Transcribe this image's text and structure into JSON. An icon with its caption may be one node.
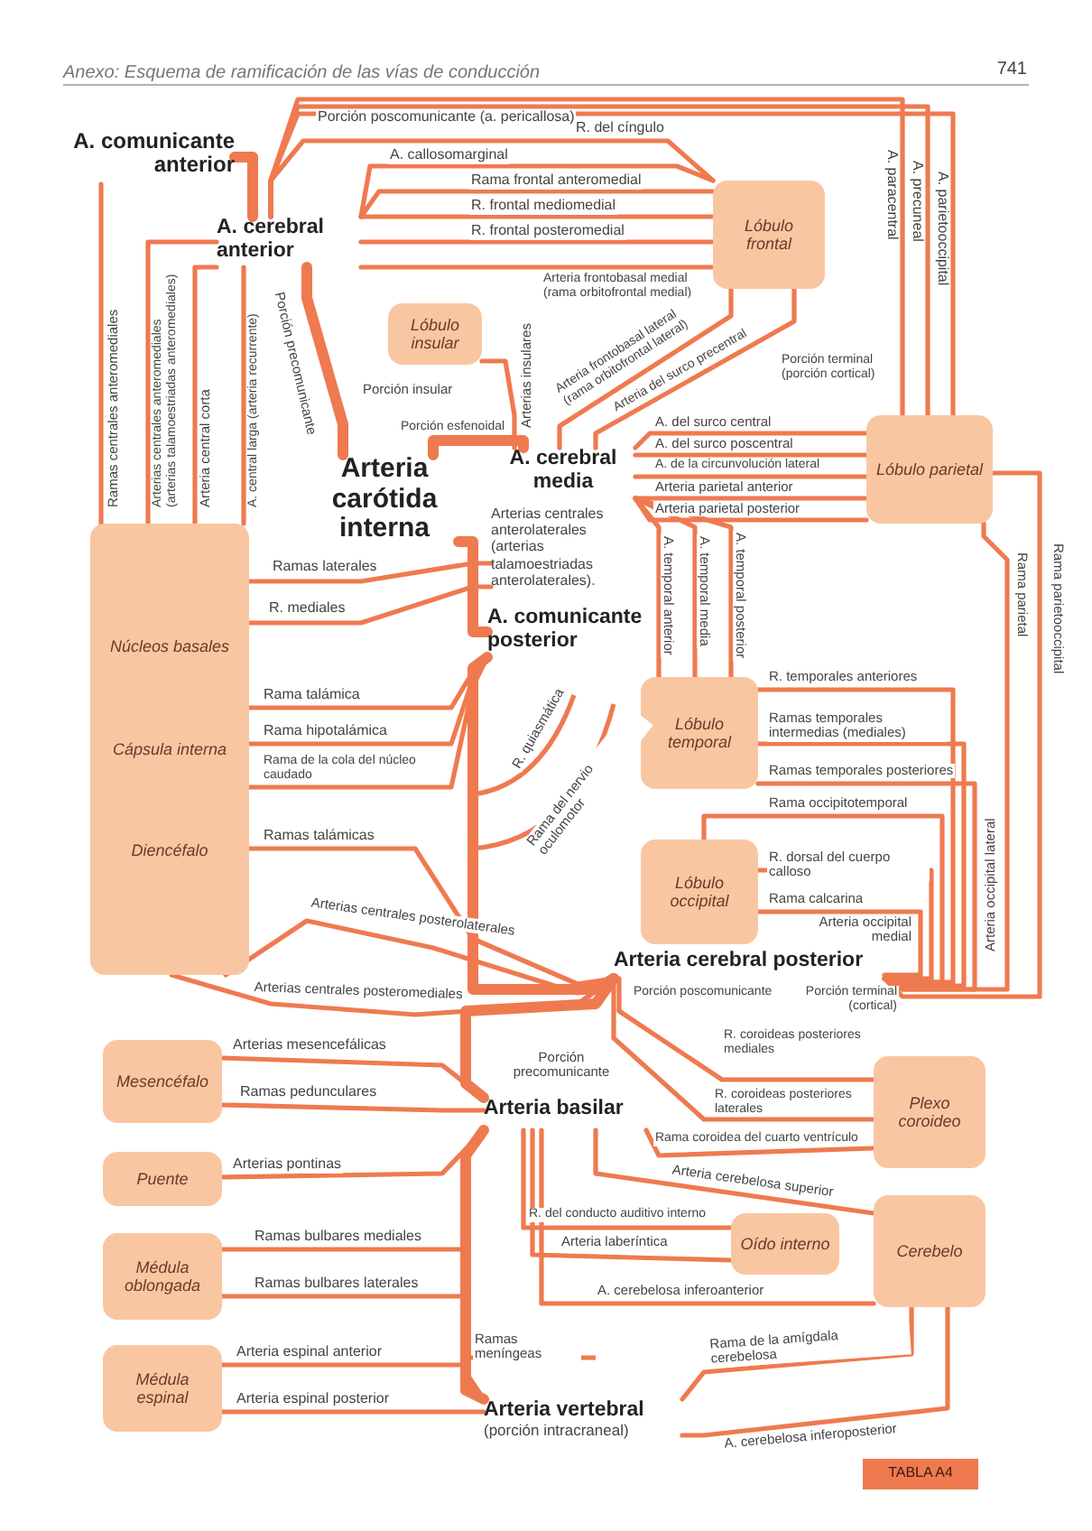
{
  "diagram": {
    "title": "Anexo: Esquema de ramificación de las vías de conducción",
    "nodes": [
      {
        "text": [
          "A. comunicante anterior"
        ]
      },
      {
        "text": [
          "A. cerebral anterior"
        ]
      },
      {
        "text": [
          "Lóbulo frontal"
        ]
      },
      {
        "text": [
          "Lóbulo insular"
        ]
      },
      {
        "text": [
          "Arteria carótida interna"
        ]
      },
      {
        "text": [
          "A. cerebral media"
        ]
      },
      {
        "text": [
          "Arterias centrales anterolaterales (arterias talamoestriadas anterolaterales)."
        ]
      },
      {
        "text": [
          "A. comunicante posterior"
        ]
      },
      {
        "text": [
          "Lóbulo parietal"
        ]
      },
      {
        "text": [
          "Lóbulo temporal"
        ]
      },
      {
        "text": [
          "Lóbulo occipital"
        ]
      },
      {
        "text": [
          "Núcleos basales",
          "Cápsula interna",
          "Diencéfalo"
        ]
      },
      {
        "text": [
          "Arteria cerebral posterior"
        ]
      },
      {
        "text": [
          "Mesencéfalo"
        ]
      },
      {
        "text": [
          "Puente"
        ]
      },
      {
        "text": [
          "Médula oblongada"
        ]
      },
      {
        "text": [
          "Médula espinal"
        ]
      },
      {
        "text": [
          "Arteria basilar"
        ]
      },
      {
        "text": [
          "Plexo coroideo"
        ]
      },
      {
        "text": [
          "Oído interno"
        ]
      },
      {
        "text": [
          "Cerebelo"
        ]
      },
      {
        "text": [
          "Arteria vertebral",
          "(porción intracraneal)"
        ]
      }
    ],
    "edges": [
      {
        "from": 0,
        "to": 1,
        "arrow": "none",
        "style": "thick"
      },
      {
        "from": 4,
        "to": 1,
        "arrow": "none",
        "style": "thick",
        "label": "Porción precomunicante"
      },
      {
        "from": 4,
        "to": 5,
        "arrow": "none",
        "style": "thick",
        "label": "Porción esfenoidal"
      },
      {
        "from": 4,
        "to": 7,
        "arrow": "none",
        "style": "thick"
      },
      {
        "from": 7,
        "to": 12,
        "arrow": "none",
        "style": "thick"
      },
      {
        "from": 17,
        "to": 12,
        "arrow": "none",
        "style": "thick"
      },
      {
        "from": 21,
        "to": 17,
        "arrow": "none",
        "style": "thick"
      },
      {
        "from": 1,
        "to": 8,
        "arrow": "none",
        "label": "A. paracentral"
      },
      {
        "from": 1,
        "to": 8,
        "arrow": "none",
        "label": "A. precuneal"
      },
      {
        "from": 1,
        "to": 8,
        "arrow": "none",
        "label": "A. parietooccipital"
      },
      {
        "from": 1,
        "to": 2,
        "arrow": "none",
        "label": "R. del cíngulo"
      },
      {
        "from": 1,
        "to": 2,
        "arrow": "none",
        "label": "A. callosomarginal"
      },
      {
        "from": 1,
        "to": 2,
        "arrow": "none",
        "label": "Rama frontal anteromedial"
      },
      {
        "from": 1,
        "to": 2,
        "arrow": "none",
        "label": "R. frontal mediomedial"
      },
      {
        "from": 1,
        "to": 2,
        "arrow": "none",
        "label": "R. frontal posteromedial"
      },
      {
        "from": 1,
        "to": 2,
        "arrow": "none",
        "label": "Arteria frontobasal medial (rama orbitofrontal medial)"
      },
      {
        "from": 0,
        "to": 11,
        "arrow": "none",
        "label": "Ramas centrales anteromediales"
      },
      {
        "from": 1,
        "to": 11,
        "arrow": "none",
        "label": "Arterias centrales anteromediales (arterias talamoestriadas anteromediales)"
      },
      {
        "from": 1,
        "to": 11,
        "arrow": "none",
        "label": "Arteria central corta"
      },
      {
        "from": 1,
        "to": 11,
        "arrow": "none",
        "label": "A. central larga (arteria recurrente)"
      },
      {
        "from": 5,
        "to": 3,
        "arrow": "none",
        "label": "Arterias insulares"
      },
      {
        "from": 5,
        "to": 2,
        "arrow": "none",
        "label": "Arteria frontobasal lateral (rama orbitofrontal lateral)"
      },
      {
        "from": 5,
        "to": 2,
        "arrow": "none",
        "label": "Arteria del surco precentral"
      },
      {
        "from": 5,
        "to": 8,
        "arrow": "none",
        "label": "A. del surco central"
      },
      {
        "from": 5,
        "to": 8,
        "arrow": "none",
        "label": "A. del surco poscentral"
      },
      {
        "from": 5,
        "to": 8,
        "arrow": "none",
        "label": "A. de la circunvolución lateral"
      },
      {
        "from": 5,
        "to": 8,
        "arrow": "none",
        "label": "Arteria parietal anterior"
      },
      {
        "from": 5,
        "to": 8,
        "arrow": "none",
        "label": "Arteria parietal posterior"
      },
      {
        "from": 5,
        "to": 9,
        "arrow": "none",
        "label": "A. temporal anterior"
      },
      {
        "from": 5,
        "to": 9,
        "arrow": "none",
        "label": "A. temporal media"
      },
      {
        "from": 5,
        "to": 9,
        "arrow": "none",
        "label": "A. temporal posterior"
      },
      {
        "from": 6,
        "to": 11,
        "arrow": "none",
        "label": "Ramas laterales"
      },
      {
        "from": 6,
        "to": 11,
        "arrow": "none",
        "label": "R. mediales"
      },
      {
        "from": 7,
        "to": 11,
        "arrow": "none",
        "label": "Rama talámica"
      },
      {
        "from": 7,
        "to": 11,
        "arrow": "none",
        "label": "Rama hipotalámica"
      },
      {
        "from": 7,
        "to": 11,
        "arrow": "none",
        "label": "Rama de la cola del núcleo caudado"
      },
      {
        "from": 12,
        "to": 11,
        "arrow": "none",
        "label": "Ramas talámicas"
      },
      {
        "from": 12,
        "to": 11,
        "arrow": "none",
        "label": "Arterias centrales posterolaterales"
      },
      {
        "from": 12,
        "to": 11,
        "arrow": "none",
        "label": "Arterias centrales posteromediales"
      },
      {
        "from": 12,
        "to": 8,
        "arrow": "none",
        "label": "Rama parietal"
      },
      {
        "from": 12,
        "to": 8,
        "arrow": "none",
        "label": "Rama parietooccipital"
      },
      {
        "from": 12,
        "to": 9,
        "arrow": "none",
        "label": "R. temporales anteriores"
      },
      {
        "from": 12,
        "to": 9,
        "arrow": "none",
        "label": "Ramas temporales intermedias (mediales)"
      },
      {
        "from": 12,
        "to": 9,
        "arrow": "none",
        "label": "Ramas temporales posteriores"
      },
      {
        "from": 12,
        "to": 10,
        "arrow": "none",
        "label": "Rama occipitotemporal"
      },
      {
        "from": 12,
        "to": 10,
        "arrow": "none",
        "label": "R. dorsal del cuerpo calloso"
      },
      {
        "from": 12,
        "to": 10,
        "arrow": "none",
        "label": "Rama calcarina"
      },
      {
        "from": 12,
        "to": 18,
        "arrow": "none",
        "label": "R. coroideas posteriores mediales"
      },
      {
        "from": 12,
        "to": 18,
        "arrow": "none",
        "label": "R. coroideas posteriores laterales"
      },
      {
        "from": 17,
        "to": 18,
        "arrow": "none",
        "label": "Rama coroidea del cuarto ventrículo"
      },
      {
        "from": 17,
        "to": 13,
        "arrow": "none",
        "label": "Arterias mesencefálicas"
      },
      {
        "from": 17,
        "to": 13,
        "arrow": "none",
        "label": "Ramas pedunculares"
      },
      {
        "from": 17,
        "to": 14,
        "arrow": "none",
        "label": "Arterias pontinas"
      },
      {
        "from": 17,
        "to": 20,
        "arrow": "none",
        "label": "Arteria cerebelosa superior"
      },
      {
        "from": 17,
        "to": 19,
        "arrow": "none",
        "label": "R. del conducto auditivo interno"
      },
      {
        "from": 17,
        "to": 19,
        "arrow": "none",
        "label": "Arteria laberíntica"
      },
      {
        "from": 17,
        "to": 20,
        "arrow": "none",
        "label": "A. cerebelosa inferoanterior"
      },
      {
        "from": 21,
        "to": 15,
        "arrow": "none",
        "label": "Ramas bulbares mediales"
      },
      {
        "from": 21,
        "to": 15,
        "arrow": "none",
        "label": "Ramas bulbares laterales"
      },
      {
        "from": 21,
        "to": 16,
        "arrow": "none",
        "label": "Arteria espinal anterior"
      },
      {
        "from": 21,
        "to": 16,
        "arrow": "none",
        "label": "Arteria espinal posterior"
      },
      {
        "from": 21,
        "to": 20,
        "arrow": "none",
        "label": "Rama de la amígdala cerebelosa"
      },
      {
        "from": 21,
        "to": 20,
        "arrow": "none",
        "label": "A. cerebelosa inferoposterior"
      }
    ],
    "labels": [
      "741",
      "Porción poscomunicante (a. pericallosa)",
      "Porción insular",
      "Porción terminal (porción cortical)",
      "R. quiasmática",
      "Rama del nervio oculomotor",
      "Arteria occipital medial",
      "Arteria occipital lateral",
      "Porción poscomunicante",
      "Porción terminal (cortical)",
      "Porción precomunicante",
      "Ramas meníngeas",
      "TABLA A4"
    ]
  }
}
